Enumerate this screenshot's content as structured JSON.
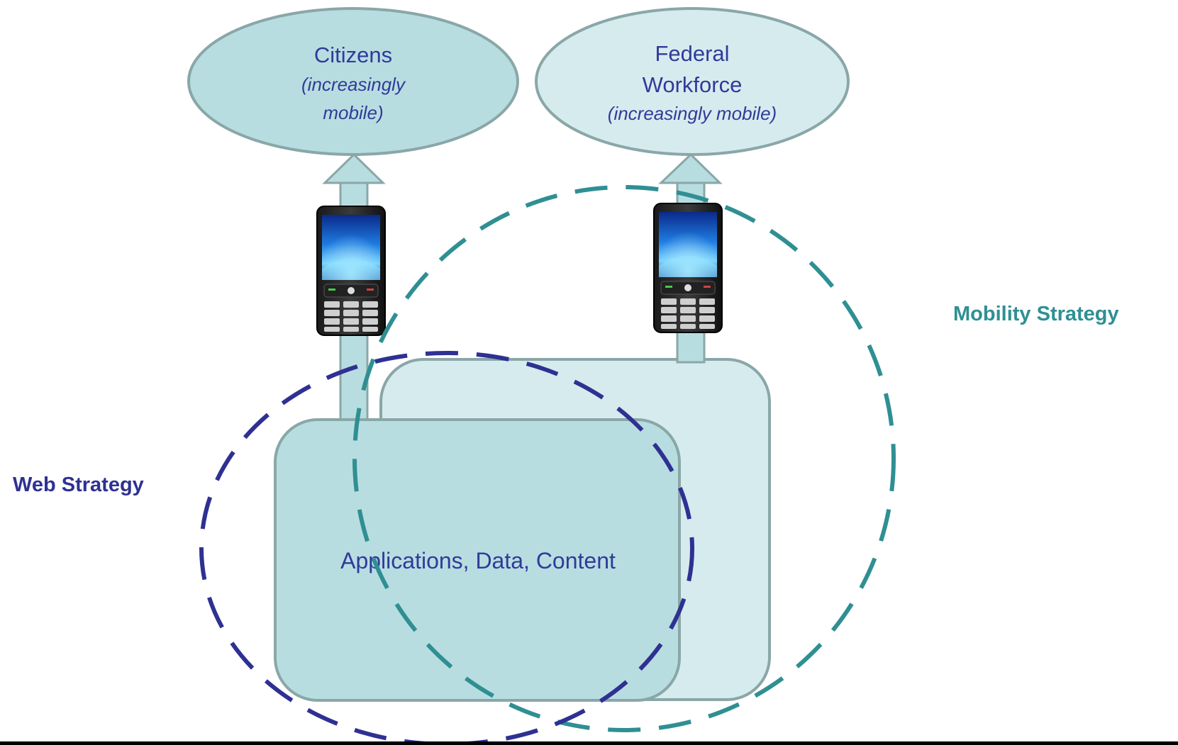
{
  "colors": {
    "ellipse_fill_dark": "#b8dde0",
    "ellipse_fill_light": "#d6ebee",
    "stroke": "#8aa7a8",
    "box_dark": "#b8dde0",
    "box_light": "#d6ebee",
    "arrow_fill": "#b8dde0",
    "text": "#2f3b9a",
    "web_strategy": "#2e3192",
    "mobility_strategy": "#2f8f93"
  },
  "nodes": {
    "citizens": {
      "title": "Citizens",
      "subtitle_line1": "(increasingly",
      "subtitle_line2": "mobile)"
    },
    "workforce": {
      "title_line1": "Federal",
      "title_line2": "Workforce",
      "subtitle": "(increasingly mobile)"
    },
    "center": {
      "label": "Applications, Data, Content"
    }
  },
  "strategies": {
    "web": "Web Strategy",
    "mobility": "Mobility Strategy"
  },
  "icons": {
    "phone_left": "mobile-phone-icon",
    "phone_right": "mobile-phone-icon"
  }
}
